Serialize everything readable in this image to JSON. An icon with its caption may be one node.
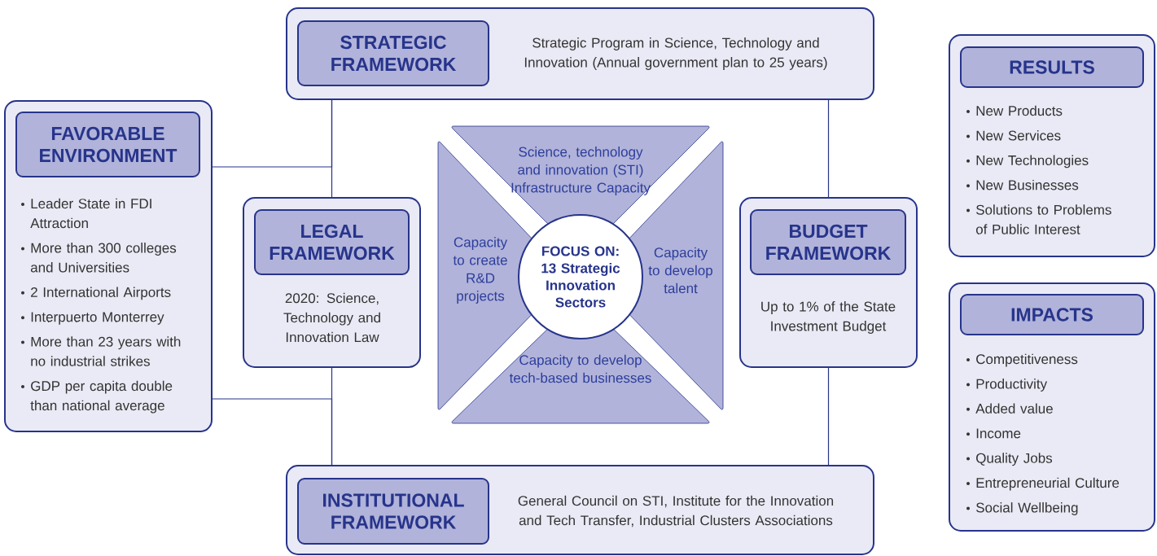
{
  "diagram": {
    "nodes": [
      {
        "text": [
          "Strategic Program in Science, Technology and Innovation (Annual government plan to 25 years)"
        ]
      },
      {
        "text": [
          "STRATEGIC FRAMEWORK"
        ],
        "in": 0
      },
      {
        "text": [
          "Leader State in FDI Attraction",
          "More than 300 colleges and Universities",
          "2 International Airports",
          "Interpuerto Monterrey",
          "More than 23 years with no industrial strikes",
          "GDP per capita double than national average"
        ]
      },
      {
        "text": [
          "FAVORABLE ENVIRONMENT"
        ],
        "in": 2
      },
      {
        "text": [
          "2020: Science, Technology and Innovation Law"
        ]
      },
      {
        "text": [
          "LEGAL FRAMEWORK"
        ],
        "in": 4
      },
      {
        "text": [
          "Science, technology and innovation (STI) Infrastructure Capacity"
        ]
      },
      {
        "text": [
          "Capacity to create R&D projects"
        ]
      },
      {
        "text": [
          "FOCUS ON: 13 Strategic Innovation Sectors"
        ]
      },
      {
        "text": [
          "Capacity to develop talent"
        ]
      },
      {
        "text": [
          "Capacity to develop tech-based businesses"
        ]
      },
      {
        "text": [
          "Up to 1% of the State Investment Budget"
        ]
      },
      {
        "text": [
          "BUDGET FRAMEWORK"
        ],
        "in": 11
      },
      {
        "text": [
          "General Council on STI, Institute for the Innovation and Tech Transfer, Industrial Clusters Associations"
        ]
      },
      {
        "text": [
          "INSTITUTIONAL FRAMEWORK"
        ],
        "in": 13
      },
      {
        "text": [
          "New Products",
          "New Services",
          "New Technologies",
          "New Businesses",
          "Solutions to Problems of Public Interest"
        ]
      },
      {
        "text": [
          "RESULTS"
        ],
        "in": 15
      },
      {
        "text": [
          "Competitiveness",
          "Productivity",
          "Added value",
          "Income",
          "Quality Jobs",
          "Entrepreneurial Culture",
          "Social Wellbeing"
        ]
      },
      {
        "text": [
          "IMPACTS"
        ],
        "in": 17
      }
    ],
    "edges": [
      {
        "from": 0,
        "to": 4,
        "arrow": "none"
      },
      {
        "from": 2,
        "to": 0,
        "arrow": "none"
      },
      {
        "from": 4,
        "to": 13,
        "arrow": "none"
      },
      {
        "from": 2,
        "to": 13,
        "arrow": "none"
      },
      {
        "from": 0,
        "to": 11,
        "arrow": "none"
      },
      {
        "from": 11,
        "to": 13,
        "arrow": "none"
      }
    ]
  }
}
